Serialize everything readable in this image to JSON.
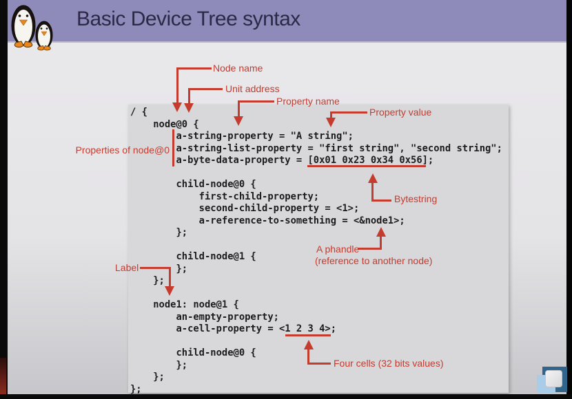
{
  "header": {
    "title": "Basic Device Tree syntax"
  },
  "code": {
    "lines": [
      "/ {",
      "    node@0 {",
      "        a-string-property = \"A string\";",
      "        a-string-list-property = \"first string\", \"second string\";",
      "        a-byte-data-property = [0x01 0x23 0x34 0x56];",
      "",
      "        child-node@0 {",
      "            first-child-property;",
      "            second-child-property = <1>;",
      "            a-reference-to-something = <&node1>;",
      "        };",
      "",
      "        child-node@1 {",
      "        };",
      "    };",
      "",
      "    node1: node@1 {",
      "        an-empty-property;",
      "        a-cell-property = <1 2 3 4>;",
      "",
      "        child-node@0 {",
      "        };",
      "    };",
      "};"
    ]
  },
  "annotations": {
    "node_name": "Node name",
    "unit_address": "Unit address",
    "property_name": "Property name",
    "property_value": "Property value",
    "properties_of_node": "Properties of node@0",
    "bytestring": "Bytestring",
    "phandle_title": "A phandle",
    "phandle_subtitle": "(reference to another node)",
    "label": "Label",
    "four_cells": "Four cells (32 bits values)"
  },
  "icons": {
    "penguins_logo": "two-cartoon-penguins-mascot",
    "watermark": "video-watermark-squares"
  },
  "colors": {
    "header_purple": "#8e8ab9",
    "title_text": "#2c2947",
    "annotation_red": "#c53b2e",
    "slide_bg": "#e8e7ea",
    "code_panel_bg": "#d8d7da",
    "code_text": "#1c1c1c",
    "watermark_dark_blue": "#31648b",
    "watermark_light_blue": "#a9cde8"
  }
}
